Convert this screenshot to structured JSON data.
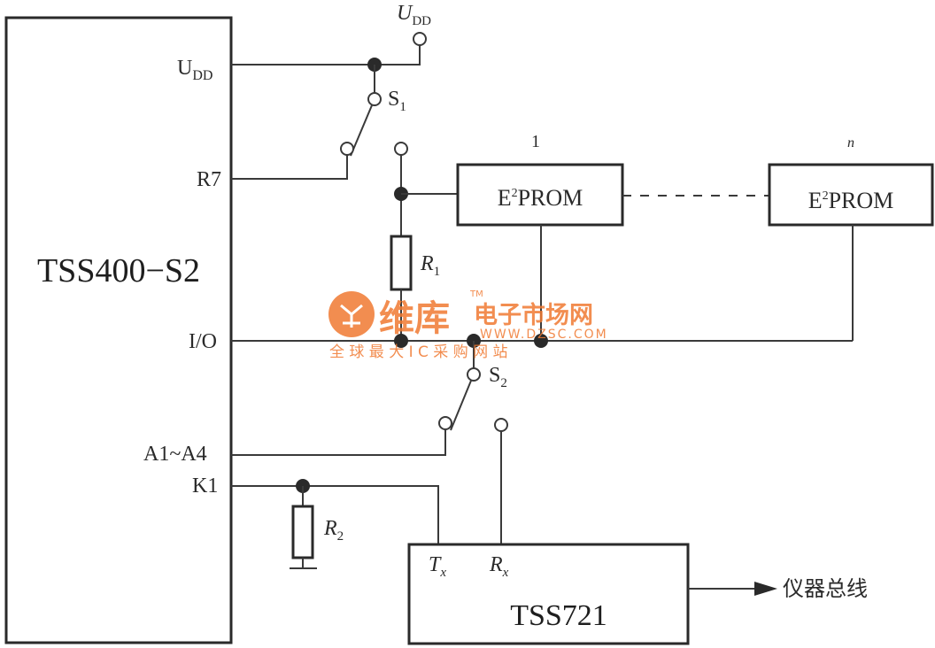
{
  "chip_main": {
    "name": "TSS400−S2",
    "pins": {
      "udd": "U",
      "udd_sub": "DD",
      "r7": "R7",
      "io": "I/O",
      "a1a4": "A1~A4",
      "k1": "K1"
    }
  },
  "supply": {
    "label": "U",
    "sub": "DD"
  },
  "switches": {
    "s1": {
      "label": "S",
      "sub": "1"
    },
    "s2": {
      "label": "S",
      "sub": "2"
    }
  },
  "resistors": {
    "r1": {
      "label": "R",
      "sub": "1"
    },
    "r2": {
      "label": "R",
      "sub": "2"
    }
  },
  "eeprom": [
    {
      "index_label": "1",
      "prefix": "E",
      "sup": "2",
      "suffix": "PROM"
    },
    {
      "index_label": "n",
      "prefix": "E",
      "sup": "2",
      "suffix": "PROM"
    }
  ],
  "chip_tss721": {
    "name": "TSS721",
    "tx": {
      "label": "T",
      "sub": "x"
    },
    "rx": {
      "label": "R",
      "sub": "x"
    }
  },
  "bus_label": "仪器总线",
  "watermark": {
    "brand": "维库",
    "tm": "TM",
    "site_name": "电子市场网",
    "url": "WWW.DZSC.COM",
    "slogan": "全 球 最 大 I C 采 购 网 站",
    "color": "#f07a32"
  }
}
